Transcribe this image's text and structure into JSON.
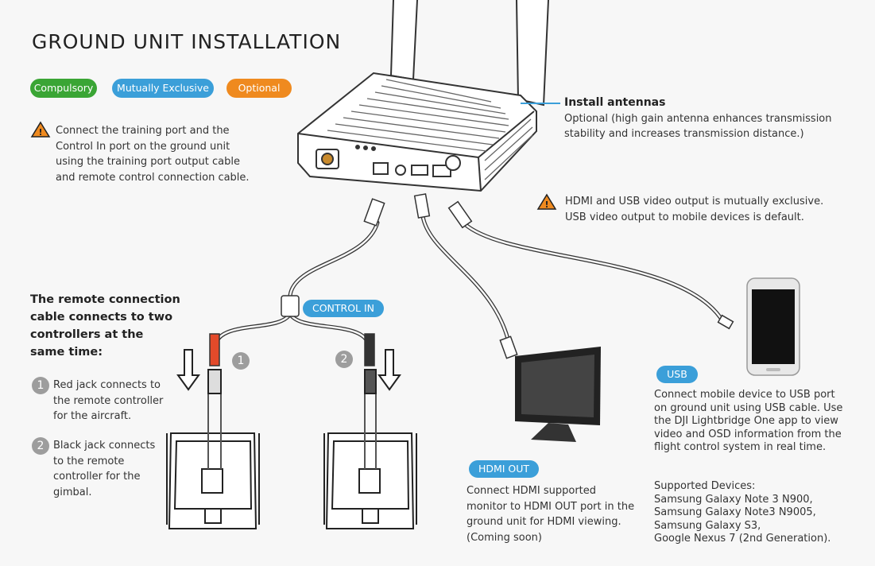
{
  "title": "GROUND UNIT INSTALLATION",
  "legend": {
    "compulsory": "Compulsory",
    "exclusive": "Mutually Exclusive",
    "optional": "Optional",
    "colors": {
      "compulsory": "#3aa535",
      "exclusive": "#3b9fd9",
      "optional": "#ef8a1f"
    }
  },
  "warning_training": "Connect the training port and the Control In port on the ground unit using the training port output cable and remote control connection cable.",
  "antennas": {
    "heading": "Install antennas",
    "body": "Optional (high gain antenna enhances transmission stability and increases transmission distance.)"
  },
  "warning_video": "HDMI and USB video output is mutually exclusive. USB video output to mobile devices is default.",
  "remote": {
    "heading": "The remote connection cable connects to two controllers at the same time:",
    "step1_num": "1",
    "step1": "Red jack connects to the remote controller for the aircraft.",
    "step2_num": "2",
    "step2": "Black jack connects to the remote controller for the gimbal."
  },
  "control_in": "CONTROL IN",
  "hdmi": {
    "tag": "HDMI OUT",
    "body": "Connect HDMI supported monitor to HDMI OUT port in the ground unit for HDMI viewing. (Coming soon)"
  },
  "usb": {
    "tag": "USB",
    "body": "Connect mobile device to USB port on ground unit using USB cable. Use the DJI Lightbridge One app to view video and OSD information from the flight control system in real time.",
    "devices_heading": "Supported Devices:",
    "devices": [
      "Samsung Galaxy Note 3 N900,",
      "Samsung Galaxy Note3 N9005,",
      "Samsung Galaxy S3,",
      "Google Nexus 7 (2nd Generation)."
    ]
  }
}
